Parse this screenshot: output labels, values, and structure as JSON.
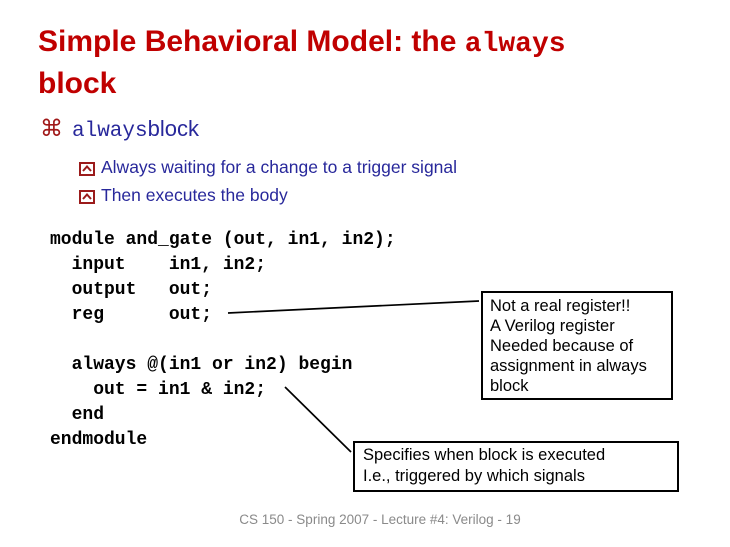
{
  "slide": {
    "title": {
      "part1": "Simple Behavioral Model: the ",
      "code": "always",
      "part2": "block"
    },
    "bullet": {
      "icon": "command-icon",
      "glyph": "⌘",
      "code": "always",
      "text": " block"
    },
    "sub_bullets": [
      "Always waiting for a change to a trigger signal",
      "Then executes the body"
    ],
    "code": "module and_gate (out, in1, in2);\n  input    in1, in2;\n  output   out;\n  reg      out;\n\n  always @(in1 or in2) begin\n    out = in1 & in2;\n  end\nendmodule",
    "annotations": {
      "register_note": "Not a real register!!\nA Verilog register\nNeeded because of\nassignment in always\nblock",
      "trigger_note": "Specifies when block is executed\nI.e., triggered by which signals"
    },
    "footer": "CS 150 - Spring 2007 - Lecture #4: Verilog - 19",
    "colors": {
      "title_red": "#c00000",
      "bullet_icon_red": "#a01818",
      "sub_bullet_icon_red": "#9b1b1b",
      "text_navy": "#28289b",
      "code_black": "#000000",
      "note_border_black": "#000000",
      "footer_gray": "#8a8a8a",
      "background": "#ffffff"
    }
  }
}
